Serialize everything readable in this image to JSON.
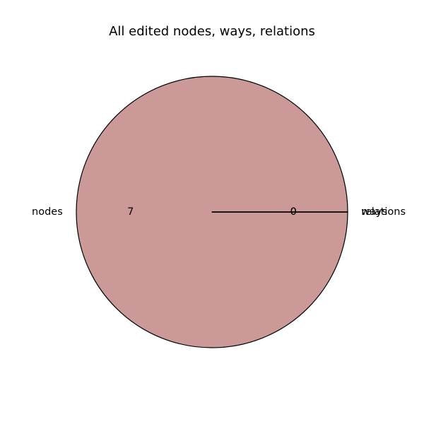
{
  "chart_data": {
    "type": "pie",
    "title": "All edited nodes, ways, relations",
    "categories": [
      "nodes",
      "ways",
      "relations"
    ],
    "values": [
      7,
      0,
      0
    ],
    "value_labels": [
      "7",
      "0",
      "0"
    ],
    "colors": [
      "#cc9999",
      "#cc9999",
      "#cc9999"
    ],
    "edge_color": "#000000",
    "legend": "none"
  }
}
